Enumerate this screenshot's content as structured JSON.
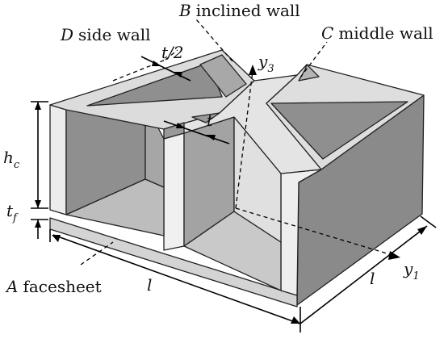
{
  "diagram": {
    "labels": {
      "d_letter": "D",
      "d_text": "side wall",
      "b_letter": "B",
      "b_text": "inclined wall",
      "c_letter": "C",
      "c_text": "middle wall",
      "a_letter": "A",
      "a_text": "facesheet",
      "half_t": "t/2",
      "t": "t",
      "hc_main": "h",
      "hc_sub": "c",
      "tf_main": "t",
      "tf_sub": "f",
      "l_front": "l",
      "l_side": "l",
      "y3_main": "y",
      "y3_sub": "3",
      "y1_main": "y",
      "y1_sub": "1"
    },
    "colors": {
      "wall_light": "#e6e6e6",
      "wall_mid": "#bdbdbd",
      "cavity_dark": "#8f8f8f",
      "cavity_mid": "#a6a6a6",
      "cavity_light": "#cfcfcf",
      "edge": "#222222"
    }
  }
}
